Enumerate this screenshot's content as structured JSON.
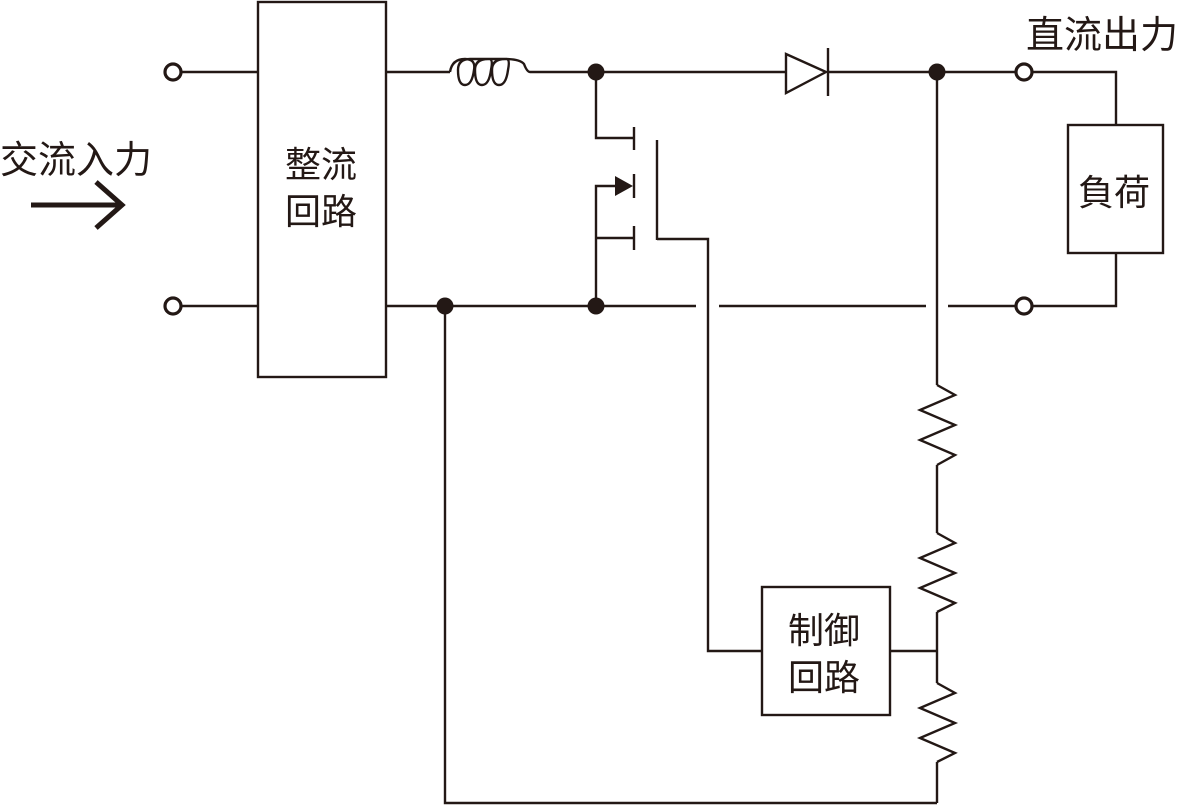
{
  "diagram": {
    "title": "AC-DC boost converter with feedback control",
    "colors": {
      "line": "#231815",
      "background": "#ffffff"
    },
    "labels": {
      "ac_input": "交流入力",
      "dc_output": "直流出力",
      "rectifier_line1": "整流",
      "rectifier_line2": "回路",
      "control_line1": "制御",
      "control_line2": "回路",
      "load": "負荷"
    },
    "components": [
      {
        "id": "ac-input-terminals",
        "type": "terminal-pair",
        "label": "交流入力"
      },
      {
        "id": "rectifier",
        "type": "block",
        "label": "整流回路"
      },
      {
        "id": "inductor",
        "type": "inductor"
      },
      {
        "id": "mosfet",
        "type": "n-channel-mosfet"
      },
      {
        "id": "diode",
        "type": "diode"
      },
      {
        "id": "dc-output-terminals",
        "type": "terminal-pair",
        "label": "直流出力"
      },
      {
        "id": "load",
        "type": "block",
        "label": "負荷"
      },
      {
        "id": "resistor-1",
        "type": "resistor"
      },
      {
        "id": "resistor-2",
        "type": "resistor"
      },
      {
        "id": "resistor-3",
        "type": "resistor"
      },
      {
        "id": "control-circuit",
        "type": "block",
        "label": "制御回路"
      }
    ],
    "arrow": {
      "direction": "right",
      "meaning": "input flow"
    }
  }
}
